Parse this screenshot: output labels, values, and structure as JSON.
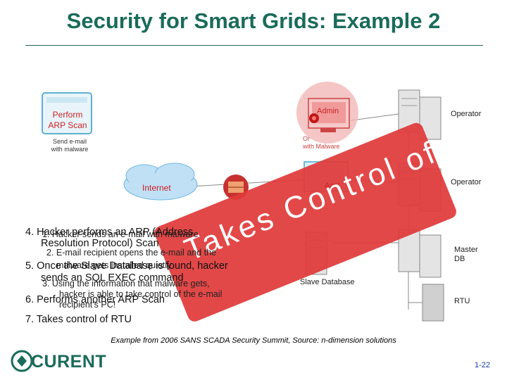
{
  "slide": {
    "title": "Security for Smart Grids: Example 2",
    "page_number": "1-22",
    "source_note": "Example from 2006 SANS SCADA Security Summit, Source: n-dimension solutions",
    "logo_text": "CURENT"
  },
  "diagram": {
    "perform_arp_scan": "Perform ARP Scan",
    "send_email": [
      "Send e-mail",
      "with malware"
    ],
    "admin": "Admin",
    "admin_sub": [
      "Or",
      "with Malware"
    ],
    "operator_top": "Operator",
    "operator_mid": "Operator",
    "internet": "Internet",
    "acct": "Acct",
    "master_db": [
      "Master",
      "DB"
    ],
    "slave_database": "Slave Database",
    "rtu": "RTU",
    "stamp": "Takes Control of RTU"
  },
  "steps_outer": [
    "4. Hacker performs an ARP (Address",
    "Resolution Protocol) Scan",
    "5. Once the Slave Database is found, hacker",
    "sends an SQL EXEC command",
    "6. Performs another ARP Scan",
    "7. Takes control of RTU"
  ],
  "steps_inner": [
    "1. Hacker sends an e-mail with malware",
    "2. E-mail recipient opens the e-mail and the",
    "malware gets installed quietly",
    "3. Using the information that malware gets,",
    "hacker is able to take control of the e-mail",
    "recipient's PC!"
  ],
  "colors": {
    "title": "#1a6b5a",
    "stamp": "#e03a3a",
    "label_red": "#cc2222"
  }
}
